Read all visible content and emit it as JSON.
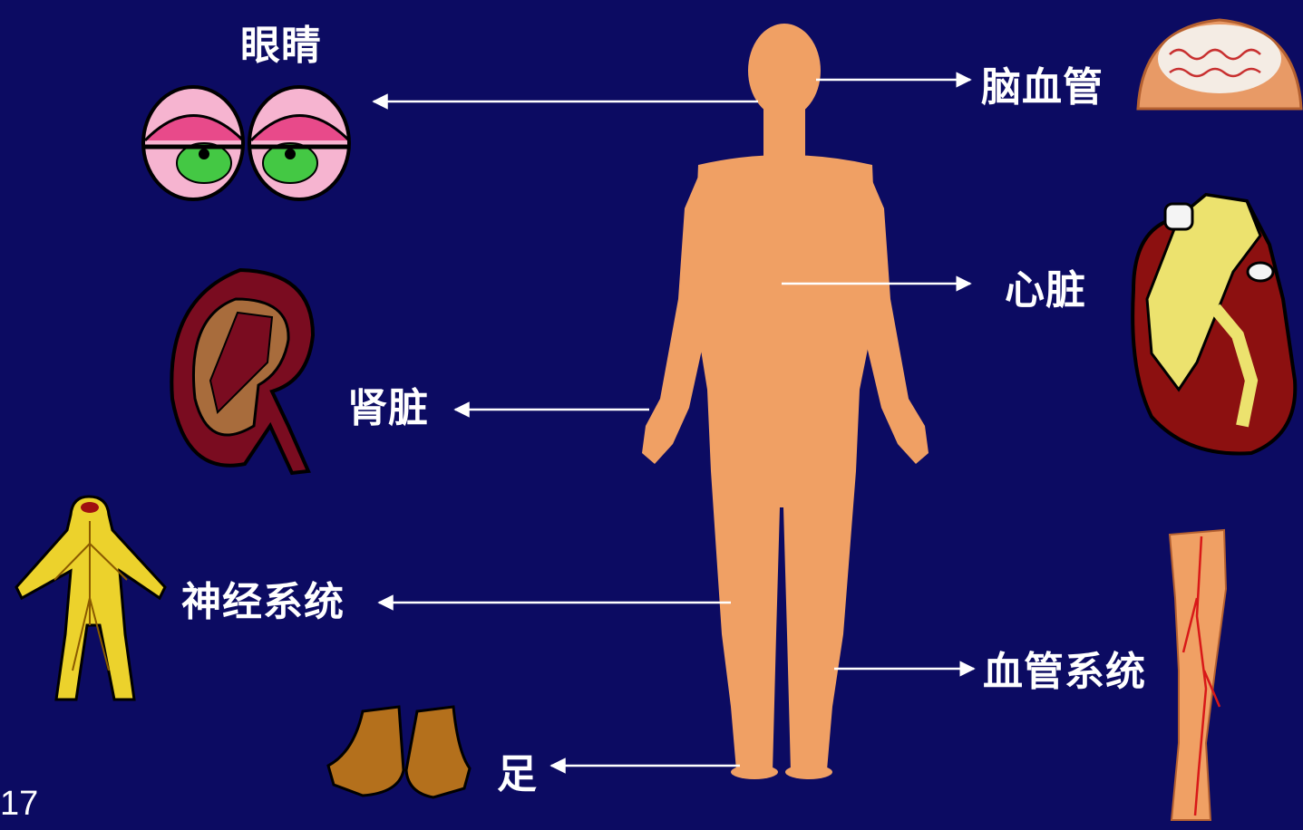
{
  "colors": {
    "background": "#0c0b62",
    "body": "#f0a064",
    "arrow": "#ffffff"
  },
  "labels": {
    "eyes": "眼睛",
    "brain_vessels": "脑血管",
    "heart": "心脏",
    "kidney": "肾脏",
    "nervous_system": "神经系统",
    "vascular_system": "血管系统",
    "foot": "足"
  },
  "page_number": "17"
}
